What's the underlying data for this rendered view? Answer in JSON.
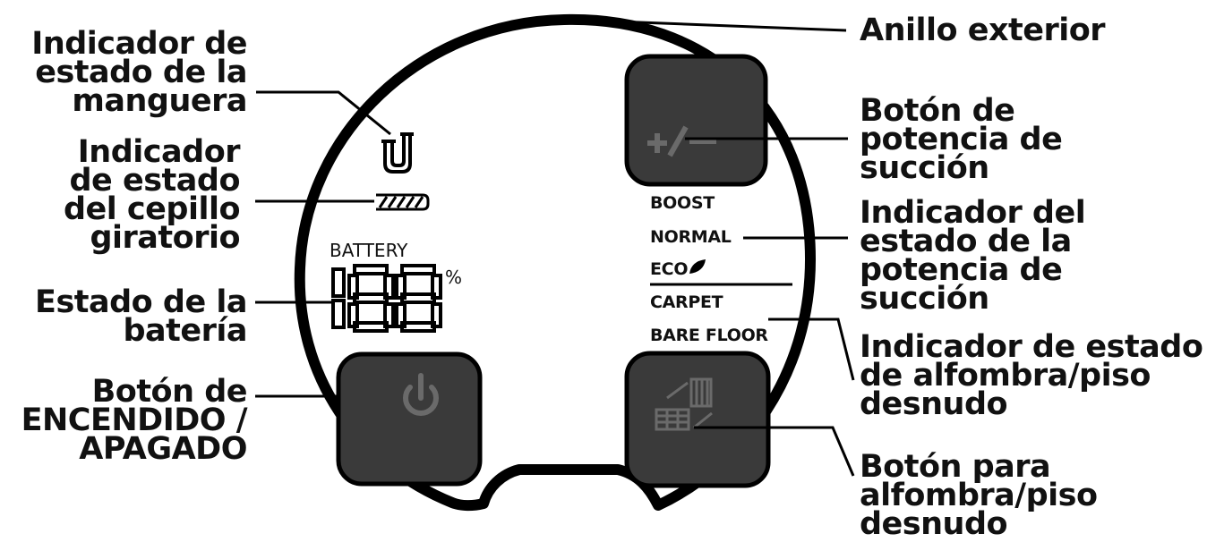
{
  "labels": {
    "hose": [
      "Indicador de",
      "estado de la",
      "manguera"
    ],
    "brush": [
      "Indicador",
      "de estado",
      "del cepillo",
      "giratorio"
    ],
    "battery_status": [
      "Estado de la",
      "batería"
    ],
    "power_button": [
      "Botón de",
      "ENCENDIDO /",
      "APAGADO"
    ],
    "outer_ring": [
      "Anillo exterior"
    ],
    "suction_button": [
      "Botón de",
      "potencia de",
      "succión"
    ],
    "suction_indicator": [
      "Indicador del",
      "estado de la",
      "potencia de",
      "succión"
    ],
    "floor_indicator": [
      "Indicador de estado",
      "de alfombra/piso",
      "desnudo"
    ],
    "floor_button": [
      "Botón para",
      "alfombra/piso",
      "desnudo"
    ]
  },
  "panel": {
    "battery_label": "BATTERY",
    "battery_digits": "188",
    "percent_sign": "%",
    "modes": [
      "BOOST",
      "NORMAL",
      "ECO",
      "CARPET",
      "BARE FLOOR"
    ],
    "suction_button_symbol": "+/−"
  },
  "colors": {
    "ring": "#000000",
    "button_fill": "#3a3a3a",
    "button_border": "#000000",
    "text": "#111111"
  },
  "icons": [
    "hose-icon",
    "rotating-brush-icon",
    "power-icon",
    "leaf-icon",
    "carpet-floor-icon",
    "plus-minus-icon"
  ]
}
